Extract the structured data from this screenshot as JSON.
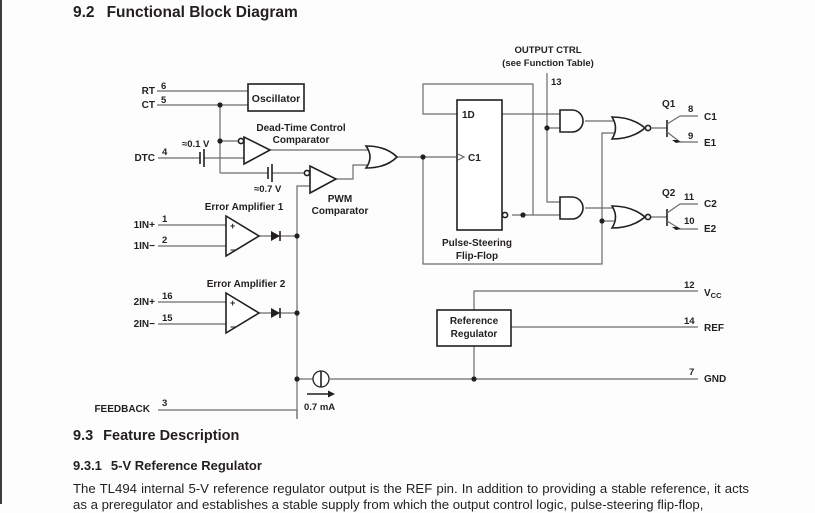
{
  "section": {
    "number": "9.2",
    "title": "Functional Block Diagram"
  },
  "diagram": {
    "blocks": {
      "oscillator": "Oscillator",
      "dead_time_line1": "Dead-Time Control",
      "dead_time_line2": "Comparator",
      "pwm_line1": "PWM",
      "pwm_line2": "Comparator",
      "err_amp1": "Error Amplifier 1",
      "err_amp2": "Error Amplifier 2",
      "flipflop_line1": "Pulse-Steering",
      "flipflop_line2": "Flip-Flop",
      "flipflop_d": "1D",
      "flipflop_c": "C1",
      "ref_line1": "Reference",
      "ref_line2": "Regulator",
      "output_ctrl_line1": "OUTPUT CTRL",
      "output_ctrl_line2": "(see Function Table)",
      "q1": "Q1",
      "q2": "Q2",
      "plus": "+",
      "minus": "−"
    },
    "annotations": {
      "v01": "≈0.1 V",
      "v07": "≈0.7 V",
      "current": "0.7 mA"
    },
    "pins": {
      "rt": {
        "name": "RT",
        "num": "6"
      },
      "ct": {
        "name": "CT",
        "num": "5"
      },
      "dtc": {
        "name": "DTC",
        "num": "4"
      },
      "in1p": {
        "name": "1IN+",
        "num": "1"
      },
      "in1n": {
        "name": "1IN−",
        "num": "2"
      },
      "in2p": {
        "name": "2IN+",
        "num": "16"
      },
      "in2n": {
        "name": "2IN−",
        "num": "15"
      },
      "feedback": {
        "name": "FEEDBACK",
        "num": "3"
      },
      "outctrl": {
        "num": "13"
      },
      "c1": {
        "name": "C1",
        "num": "8"
      },
      "e1": {
        "name": "E1",
        "num": "9"
      },
      "c2": {
        "name": "C2",
        "num": "11"
      },
      "e2": {
        "name": "E2",
        "num": "10"
      },
      "vcc": {
        "name": "V",
        "sub": "CC",
        "num": "12"
      },
      "ref": {
        "name": "REF",
        "num": "14"
      },
      "gnd": {
        "name": "GND",
        "num": "7"
      }
    }
  },
  "feature": {
    "number": "9.3",
    "title": "Feature Description"
  },
  "subsection": {
    "number": "9.3.1",
    "title": "5-V Reference Regulator"
  },
  "paragraph": "The TL494 internal 5-V reference regulator output is the REF pin. In addition to providing a stable reference, it acts as a preregulator and establishes a stable supply from which the output control logic, pulse-steering flip-flop,"
}
